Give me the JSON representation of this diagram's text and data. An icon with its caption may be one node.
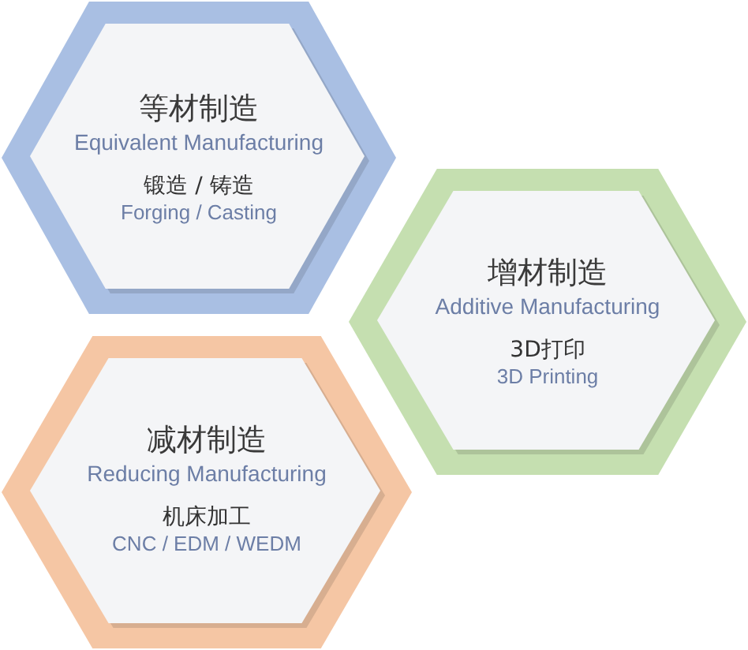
{
  "diagram": {
    "nodes": [
      {
        "text": [
          "等材制造",
          "Equivalent Manufacturing",
          "锻造 / 铸造",
          "Forging / Casting"
        ]
      },
      {
        "text": [
          "增材制造",
          "Additive Manufacturing",
          "3D打印",
          "3D Printing"
        ]
      },
      {
        "text": [
          "减材制造",
          "Reducing Manufacturing",
          "机床加工",
          "CNC / EDM / WEDM"
        ]
      }
    ]
  }
}
